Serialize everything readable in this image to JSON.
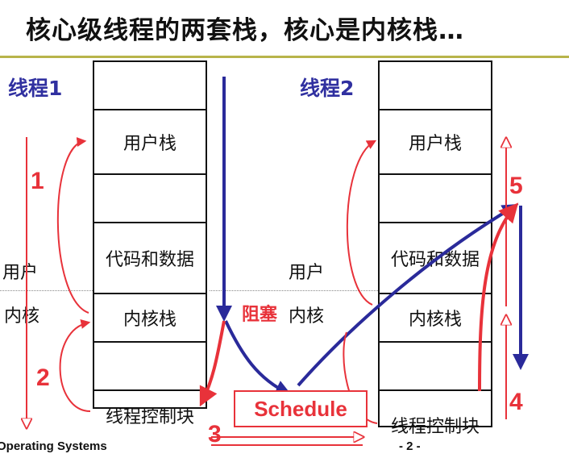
{
  "title": "核心级线程的两套栈，核心是内核栈…",
  "threads": [
    {
      "label": "线程1",
      "cells": [
        "",
        "用户栈",
        "",
        "代码和数据",
        "内核栈",
        "",
        "线程控制块"
      ],
      "user_label": "用户",
      "kernel_label": "内核"
    },
    {
      "label": "线程2",
      "cells": [
        "",
        "用户栈",
        "",
        "代码和数据",
        "内核栈",
        "",
        "线程控制块"
      ],
      "user_label": "用户",
      "kernel_label": "内核"
    }
  ],
  "blocked_label": "阻塞",
  "schedule_label": "Schedule",
  "step_numbers": [
    "1",
    "2",
    "3",
    "4",
    "5"
  ],
  "footer": {
    "left": "Operating Systems",
    "page": "- 2 -"
  },
  "colors": {
    "arrow_red": "#e8323a",
    "arrow_blue": "#2a2a9a",
    "thread_label": "#3030a0",
    "title_rule": "#b8b44a"
  }
}
